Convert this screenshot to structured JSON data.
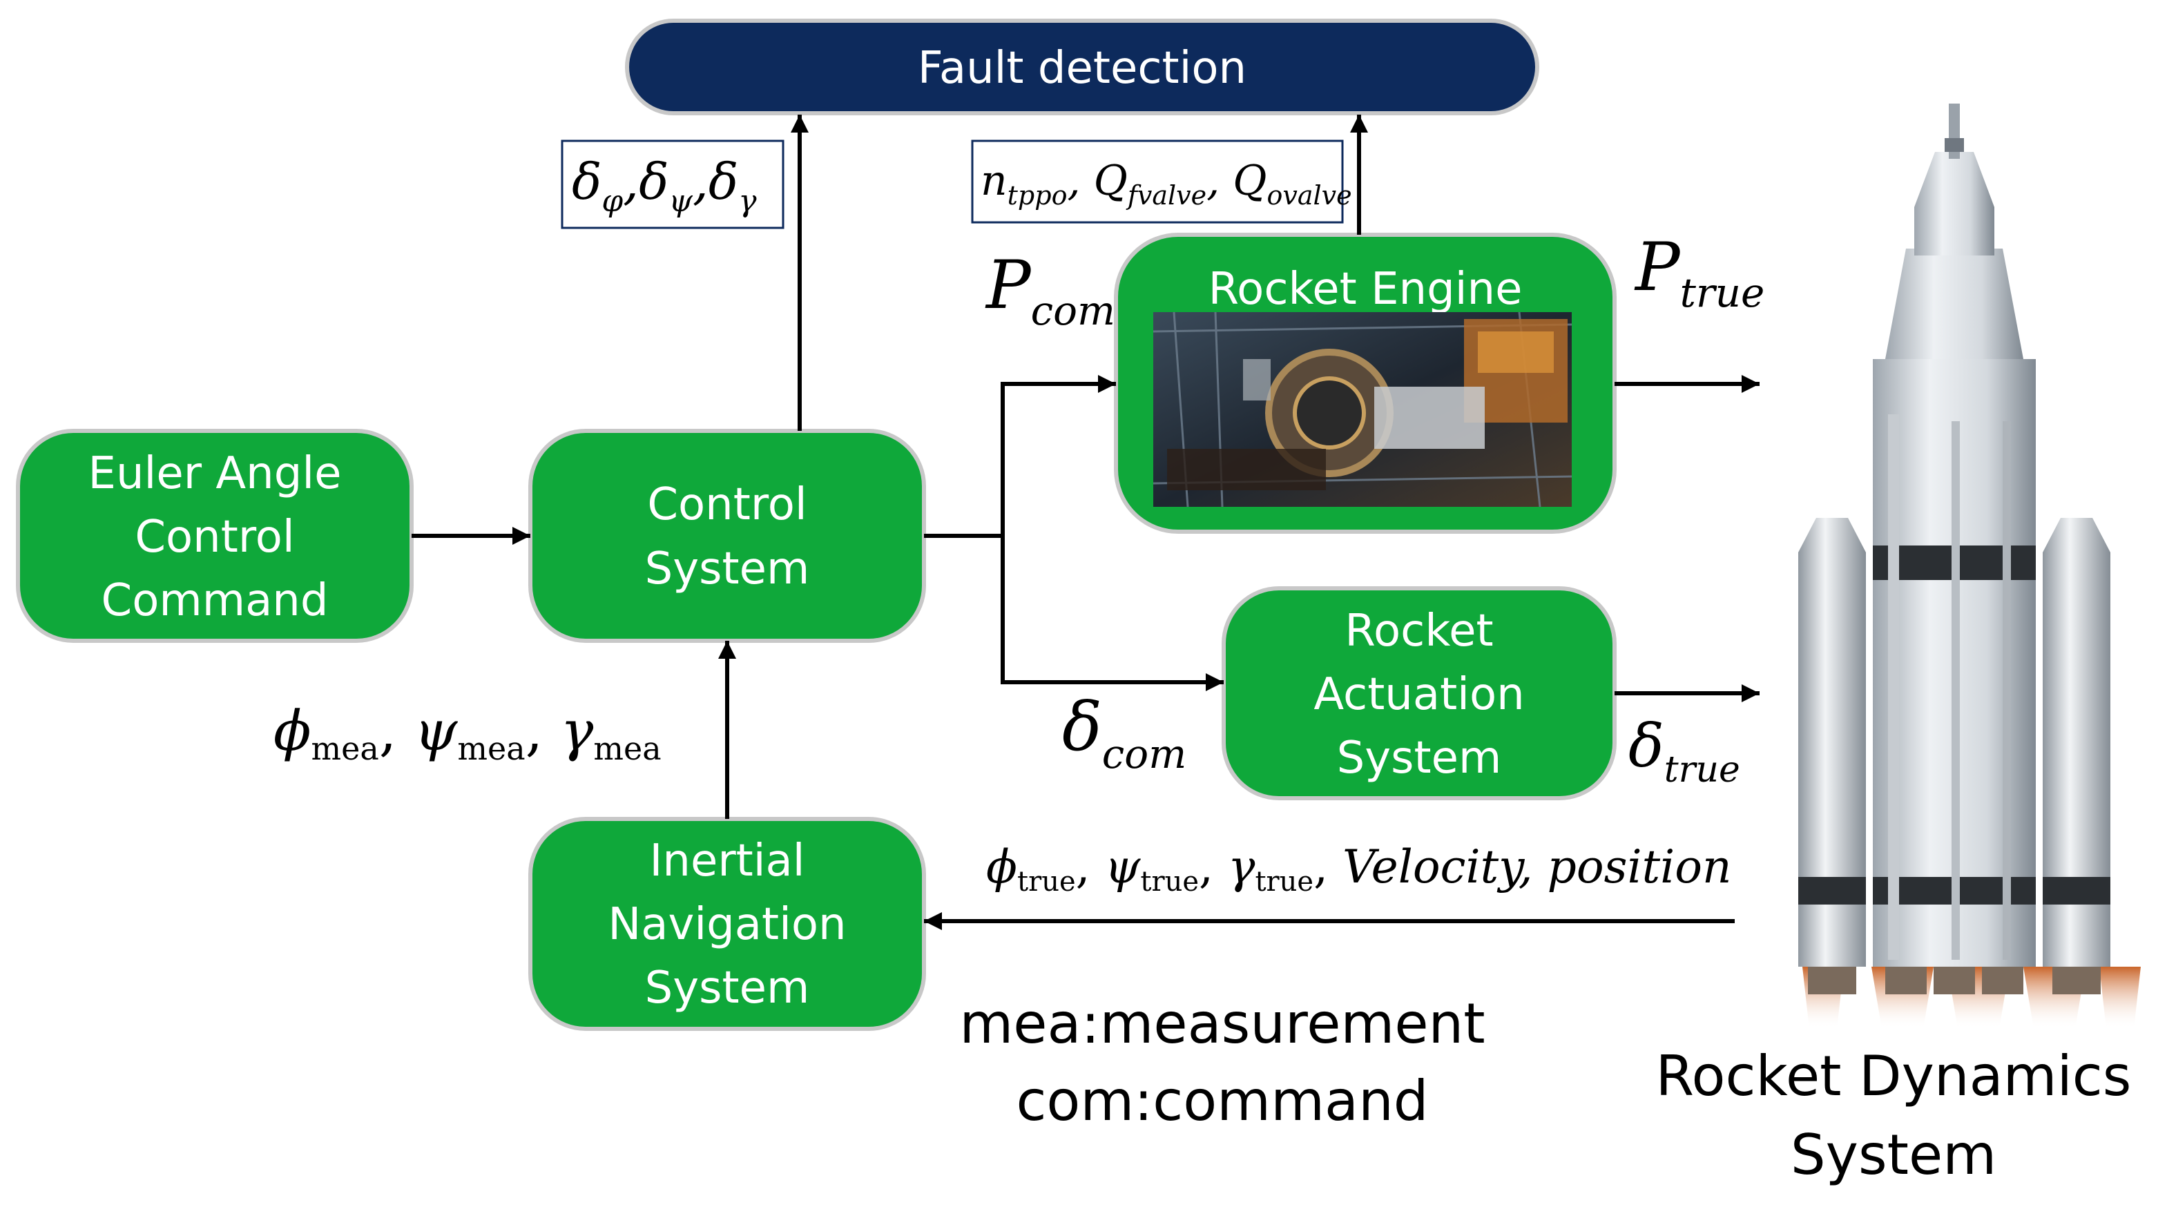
{
  "blocks": {
    "fault_detection": "Fault detection",
    "euler": [
      "Euler Angle",
      "Control",
      "Command"
    ],
    "control": [
      "Control",
      "System"
    ],
    "engine": "Rocket Engine",
    "actuation": [
      "Rocket",
      "Actuation",
      "System"
    ],
    "ins": [
      "Inertial",
      "Navigation",
      "System"
    ],
    "dynamics": [
      "Rocket Dynamics",
      "System"
    ]
  },
  "signals": {
    "delta_phi": "δ",
    "delta_phi_sub": "φ",
    "delta_psi": "δ",
    "delta_psi_sub": "ψ",
    "delta_gamma": "δ",
    "delta_gamma_sub": "γ",
    "n": "n",
    "n_sub": "tppo",
    "qf": "Q",
    "qf_sub": "fvalve",
    "qo": "Q",
    "qo_sub": "ovalve",
    "p_com": "P",
    "p_com_sub": "com",
    "p_true": "P",
    "p_true_sub": "true",
    "delta_com": "δ",
    "delta_com_sub": "com",
    "delta_true": "δ",
    "delta_true_sub": "true",
    "phi_mea": "ϕ",
    "psi_mea": "ψ",
    "gamma_mea": "γ",
    "mea_sub": "mea",
    "phi_true": "ϕ",
    "psi_true": "ψ",
    "gamma_true": "γ",
    "true_sub": "true",
    "velpos": "Velocity, position"
  },
  "legend": [
    "mea:measurement",
    "com:command"
  ],
  "colors": {
    "block_green": "#0fa83a",
    "block_border": "#c8c8c8",
    "fault_navy": "#0d2a5c"
  },
  "icons": {
    "engine_photo": "rocket-engine-photo",
    "rocket": "rocket-illustration"
  }
}
